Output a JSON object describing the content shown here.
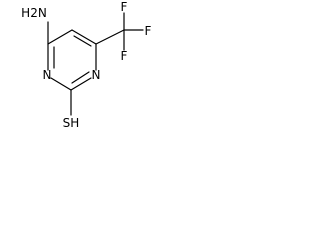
{
  "molecule": {
    "atoms": {
      "amine": "H2N",
      "ring_n_left": "N",
      "ring_n_bottom": "N",
      "thiol": "SH",
      "fluorine_top": "F",
      "fluorine_right": "F",
      "fluorine_bottom": "F"
    },
    "bond_color": "#000000",
    "text_color": "#000000"
  }
}
